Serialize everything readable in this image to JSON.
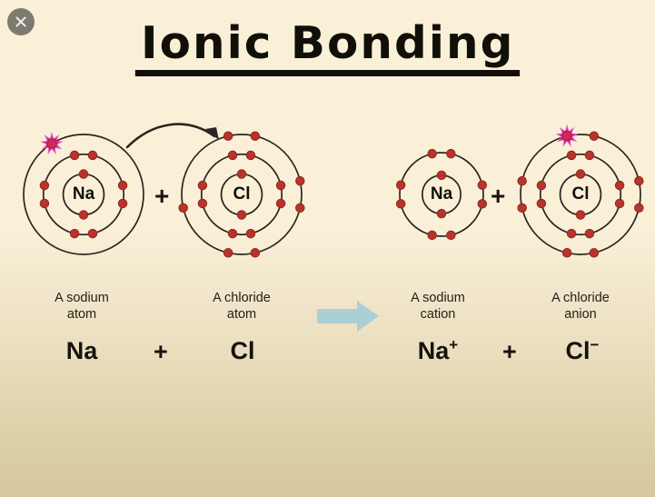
{
  "window": {
    "close_icon": "close-icon"
  },
  "slide": {
    "title": "Ionic Bonding",
    "background_top_color": "#faf0d8",
    "background_bottom_color": "#d6c79d"
  },
  "colors": {
    "electron": "#b7342a",
    "electron_dark": "#8f241c",
    "shell_line": "#2b2620",
    "highlight_star": "#e24fc0",
    "highlight_star_inner": "#d61f8f",
    "reaction_arrow": "#aacfd4",
    "text": "#15130d"
  },
  "diagram": {
    "left_side": {
      "atoms": [
        {
          "symbol": "Na",
          "name": "sodium-atom",
          "shells": [
            2,
            8,
            1
          ],
          "highlight_shell": 3,
          "highlight_electron_index": 0,
          "caption_line1": "A sodium",
          "caption_line2": "atom",
          "formula": "Na",
          "charge": ""
        },
        {
          "symbol": "Cl",
          "name": "chloride-atom",
          "shells": [
            2,
            8,
            7
          ],
          "highlight_shell": 0,
          "highlight_electron_index": -1,
          "caption_line1": "A chloride",
          "caption_line2": "atom",
          "formula": "Cl",
          "charge": ""
        }
      ],
      "operator": "+",
      "formula_operator": "+"
    },
    "right_side": {
      "atoms": [
        {
          "symbol": "Na",
          "name": "sodium-cation",
          "shells": [
            2,
            8
          ],
          "highlight_shell": 0,
          "highlight_electron_index": -1,
          "caption_line1": "A sodium",
          "caption_line2": "cation",
          "formula": "Na",
          "charge": "+"
        },
        {
          "symbol": "Cl",
          "name": "chloride-anion",
          "shells": [
            2,
            8,
            8
          ],
          "highlight_shell": 3,
          "highlight_electron_index": 0,
          "caption_line1": "A chloride",
          "caption_line2": "anion",
          "formula": "Cl",
          "charge": "−"
        }
      ],
      "operator": "+",
      "formula_operator": "+"
    },
    "electron_transfer_arrow": "electron-transfer-arrow",
    "reaction_arrow": "reaction-arrow"
  }
}
